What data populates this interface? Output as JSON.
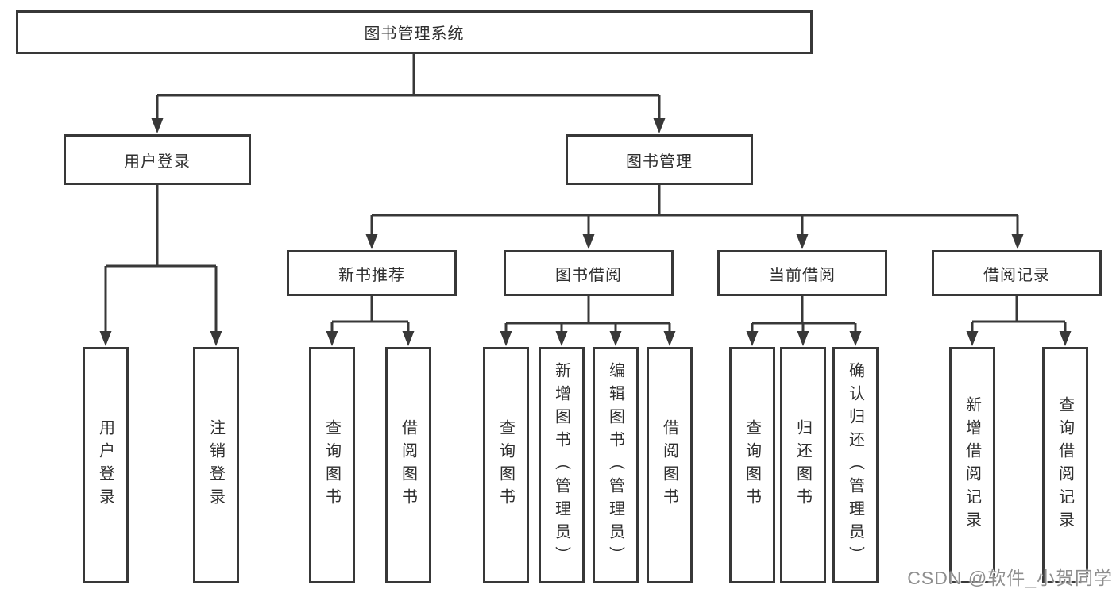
{
  "colors": {
    "line": "#383838",
    "box_border": "#383838",
    "text": "#2f2f2f",
    "watermark": "#8e8e8e"
  },
  "root": {
    "label": "图书管理系统"
  },
  "branches": {
    "user_login": {
      "label": "用户登录",
      "leaves": [
        "用户登录",
        "注销登录"
      ]
    },
    "book_mgmt": {
      "label": "图书管理",
      "sections": {
        "new_books": {
          "label": "新书推荐",
          "leaves": [
            "查询图书",
            "借阅图书"
          ]
        },
        "borrow": {
          "label": "图书借阅",
          "leaves": [
            "查询图书",
            "新增图书（管理员）",
            "编辑图书（管理员）",
            "借阅图书"
          ]
        },
        "current": {
          "label": "当前借阅",
          "leaves": [
            "查询图书",
            "归还图书",
            "确认归还（管理员）"
          ]
        },
        "records": {
          "label": "借阅记录",
          "leaves": [
            "新增借阅记录",
            "查询借阅记录"
          ]
        }
      }
    }
  },
  "watermark": "CSDN @软件_小贺同学"
}
